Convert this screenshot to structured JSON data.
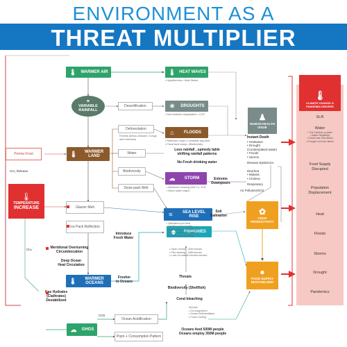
{
  "title": {
    "top": "ENVIRONMENT AS A",
    "main": "THREAT MULTIPLIER"
  },
  "nodes": {
    "warmer_air": "WARMER AIR",
    "heat_waves": "HEAT WAVES",
    "variable_rainfall": "VARIABLE RAINFALL",
    "droughts": "DROUGHTS",
    "floods": "FLOODS",
    "warmer_land": "WARMER LAND",
    "storm": "STORM",
    "sea_level_rise": "SEA LEVEL RISE",
    "fisheries": "FISHERIES",
    "warmer_oceans": "WARMER OCEANS",
    "ghgs": "GHGS",
    "human_health": "HUMAN HEALTH ISSUE",
    "crop_productivity": "CROP PRODUCTIVITY",
    "food_supply": "FOOD SUPPLY DESTABILIZED",
    "temperature": "TEMPERATURE",
    "increase": "INCREASE"
  },
  "boxes": {
    "desertification": "Desertification",
    "deforestation": "Deforestation",
    "water": "Water",
    "biodiversity": "Biodiversity",
    "snow_pack_melt": "Snow pack Melt",
    "perma_frost": "Perma Frost",
    "glacier_melt": "Glacier Melt",
    "ice_pack_reflection": "Ice Pack Reflection",
    "ocean_acidification": "Ocean Acidification",
    "coral_bleaching": "Coral bleaching",
    "pop_consumption": "Popn + Consumption Pattern"
  },
  "labels": {
    "ch4_release": "CH₄ Release",
    "ch4": "CH₄",
    "co2": "CO2",
    "meridional": "Meridional Overturning\nCircumbocation",
    "deep_ocean": "Deep Ocean\nHeat Circulation",
    "gas_hydrates": "Gas Hydrates\n(Clathrates)\nDestabilized",
    "introduce_fresh": "Introduce\nFresh Water",
    "fresher_oceans": "Fresher\nto Oceans",
    "less_rainfall": "Less rainfall , upmedy table\nshifting rainfall patterns",
    "no_fresh_water": "No Fresh drinking water",
    "extreme_downpours": "Extreme\nDownpours",
    "soil_salination": "Soil\nSalination",
    "threats": "Threats",
    "biodiversity_shellfish": "Biodiversity (Shellfish)",
    "oceans_feed": "Oceans feed 500M people\nOceans employ 350M people",
    "instant_death": "Instant Death",
    "death_list": "• Heatwave\n• Drought\n(Contemplated water)\n• Floods\n• Storms",
    "disease_epidemics": "Disease Epidemics",
    "diarrhea": "Diarrhea\n• Malaria\n• Cholera",
    "respiratory": "Respiratory",
    "air_pollution": "Air Pollution/SO2",
    "heat_waves_sub": "• Hypothermia    • Heat Stroke",
    "droughts_sub": "• Soil moisture degradation  • CO2",
    "floods_sub": "• Retention crops   • Landslide sap-land\n• Flood land clump   • Biodiversity",
    "deforest_sub": "Forests (Africa, Amazon, Congo\nand Indonesia",
    "storm_sub": "• Monsoon crossing (Dia T)  • SLR\n• Move water region",
    "slr_sub": "• Salination up to land\n• Sardinia product water\n• Shrink recap, # Infrastructure\n• Loss of property in coasts\n• Loss of coastal fisheries",
    "fish_sub": "• Open Ocean - 40M tonnes\n• Fish farming - 40M tonnes\n• Loss of coastal income tourism",
    "aqua_sub": "Aerosic\n• Zoi supporters\n• Ocean Deforestation\n• Food Cooling"
  },
  "right_panel": {
    "header": "CLIMATE CHANGE &\nPANDEMIA DRIVERS",
    "items": [
      {
        "label": "SLR",
        "sub": ""
      },
      {
        "label": "Water",
        "sub": "• The Carribus g water\n• Water Negativity\n• Future war from Basin\n• Frought vol more Basin"
      },
      {
        "label": "Food Supply\nDisrupted",
        "sub": ""
      },
      {
        "label": "Population\nDisplacement",
        "sub": ""
      },
      {
        "label": "Heat",
        "sub": ""
      },
      {
        "label": "Floods",
        "sub": ""
      },
      {
        "label": "Storms",
        "sub": ""
      },
      {
        "label": "Drought",
        "sub": ""
      },
      {
        "label": "Pandemics",
        "sub": ""
      }
    ]
  },
  "colors": {
    "title_blue": "#1577c2",
    "green": "#2ea36a",
    "gray": "#7a8c8a",
    "brown": "#8b5a2b",
    "purple": "#8e44ad",
    "blue": "#1e6fb8",
    "teal": "#1aa6b7",
    "red": "#e03030",
    "orange": "#f0a020",
    "panel_pink": "#f6c9c5"
  }
}
